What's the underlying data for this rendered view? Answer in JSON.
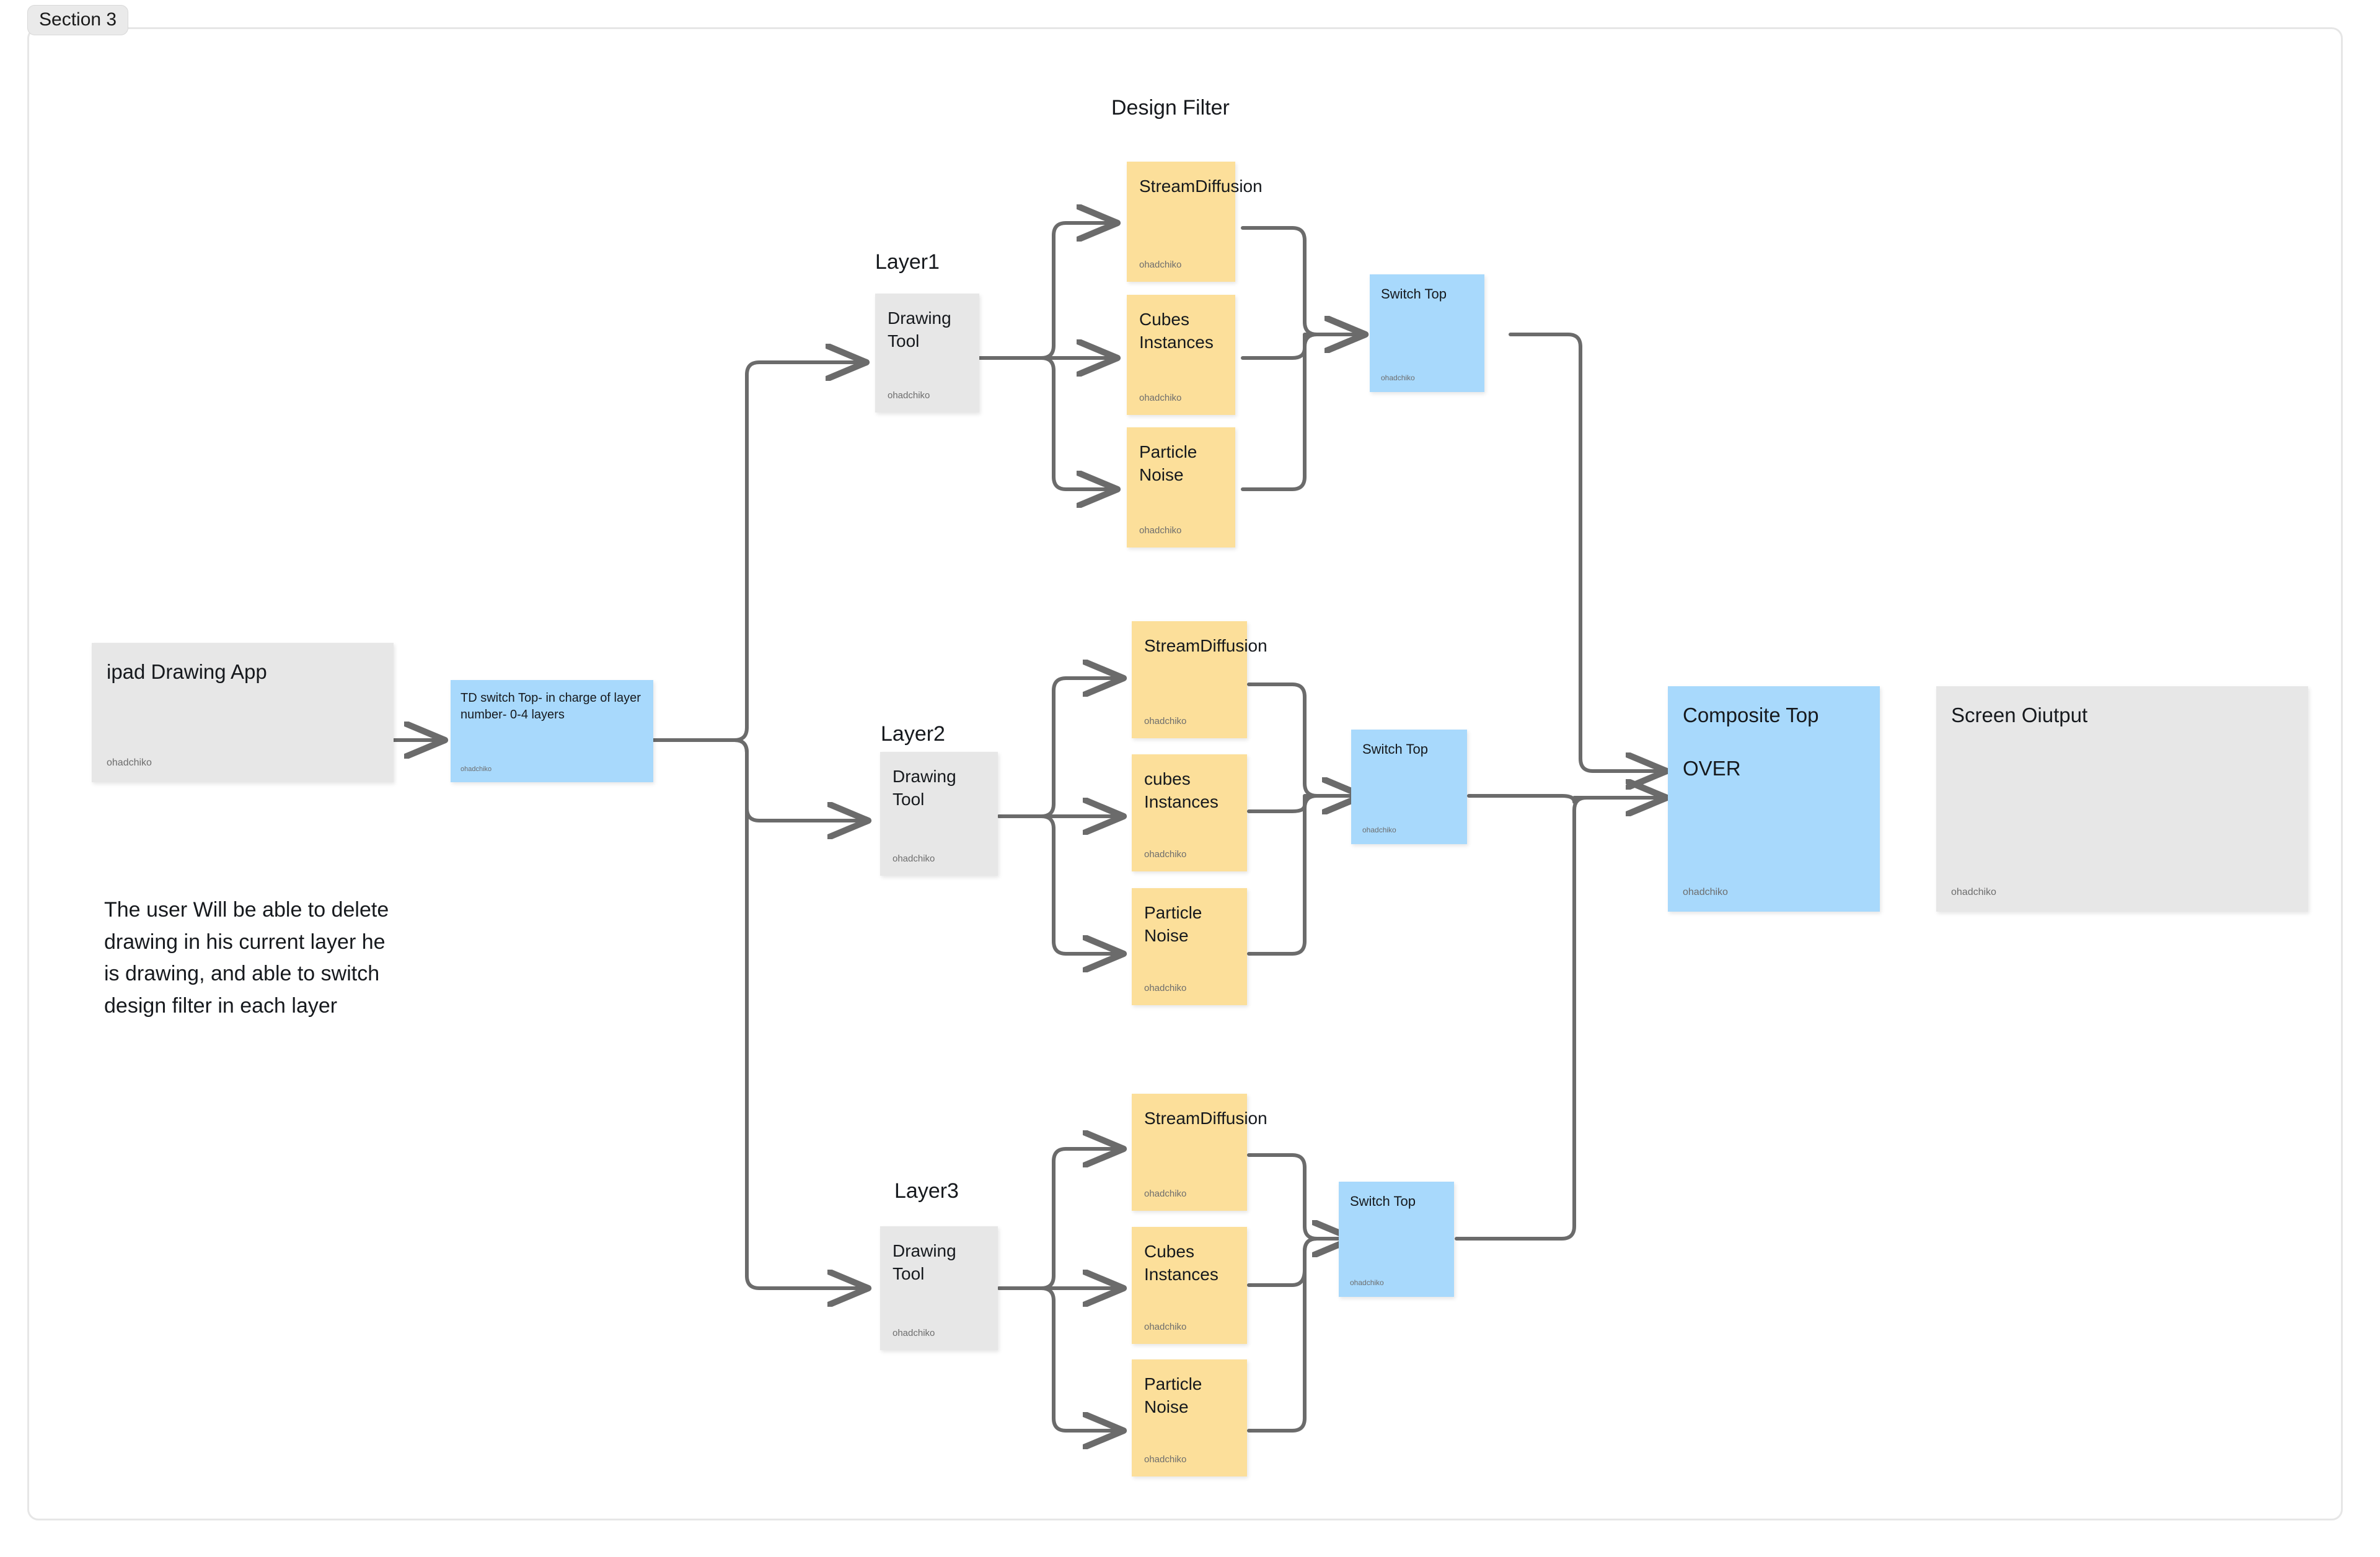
{
  "section": {
    "label": "Section 3"
  },
  "diagram": {
    "title": "Design Filter",
    "author_tag": "ohadchiko",
    "colors": {
      "gray": "#e7e7e7",
      "blue": "#a8d9fc",
      "yellow": "#fcdf9a",
      "connector": "#6b6b6b",
      "frame": "#e6e6e6"
    },
    "note": "The user Will be able to delete drawing in his current layer he is drawing, and able to switch design filter in each layer"
  },
  "nodes": {
    "ipad_app": {
      "title": "ipad Drawing App",
      "author": "ohadchiko"
    },
    "td_switch": {
      "title": "TD switch Top- in charge of layer number- 0-4 layers",
      "author": "ohadchiko"
    },
    "composite_top": {
      "title": "Composite Top\n\nOVER",
      "author": "ohadchiko"
    },
    "screen_output": {
      "title": "Screen Oiutput",
      "author": "ohadchiko"
    }
  },
  "layers": [
    {
      "label": "Layer1",
      "drawing_tool": {
        "title": "Drawing Tool",
        "author": "ohadchiko"
      },
      "filters": [
        {
          "title": "StreamDiffusion",
          "author": "ohadchiko"
        },
        {
          "title": "Cubes Instances",
          "author": "ohadchiko"
        },
        {
          "title": "Particle Noise",
          "author": "ohadchiko"
        }
      ],
      "switch": {
        "title": "Switch Top",
        "author": "ohadchiko"
      }
    },
    {
      "label": "Layer2",
      "drawing_tool": {
        "title": "Drawing Tool",
        "author": "ohadchiko"
      },
      "filters": [
        {
          "title": "StreamDiffusion",
          "author": "ohadchiko"
        },
        {
          "title": "cubes Instances",
          "author": "ohadchiko"
        },
        {
          "title": "Particle Noise",
          "author": "ohadchiko"
        }
      ],
      "switch": {
        "title": "Switch Top",
        "author": "ohadchiko"
      }
    },
    {
      "label": "Layer3",
      "drawing_tool": {
        "title": "Drawing Tool",
        "author": "ohadchiko"
      },
      "filters": [
        {
          "title": "StreamDiffusion",
          "author": "ohadchiko"
        },
        {
          "title": "Cubes Instances",
          "author": "ohadchiko"
        },
        {
          "title": "Particle Noise",
          "author": "ohadchiko"
        }
      ],
      "switch": {
        "title": "Switch Top",
        "author": "ohadchiko"
      }
    }
  ]
}
